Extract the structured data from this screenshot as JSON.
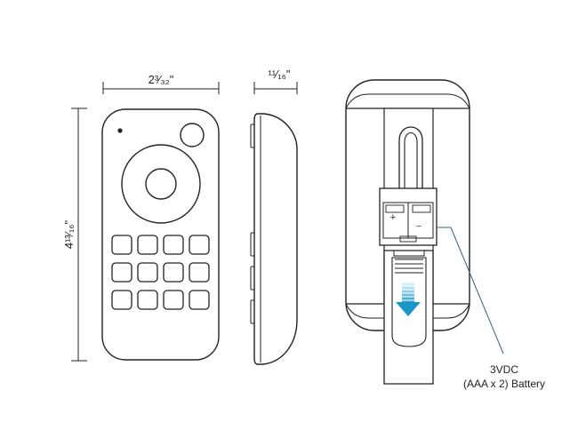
{
  "dimensions": {
    "width": "2³⁄₃₂\"",
    "height": "4¹³⁄₁₆\"",
    "depth": "¹¹⁄₁₆\""
  },
  "battery_compartment": {
    "plus_symbol": "+",
    "minus_symbol": "−"
  },
  "callout": {
    "line1": "3VDC",
    "line2": "(AAA x 2) Battery"
  },
  "colors": {
    "outline": "#222222",
    "callout_line": "#3a5f8a",
    "arrow_gradient_top": "#e6f7fb",
    "arrow_gradient_bottom": "#1a97c8"
  },
  "remote_front": {
    "button_rows": 3,
    "button_columns": 4
  },
  "icons": [
    "indicator-led-icon",
    "down-arrow-icon",
    "battery-plus-icon",
    "battery-minus-icon"
  ]
}
